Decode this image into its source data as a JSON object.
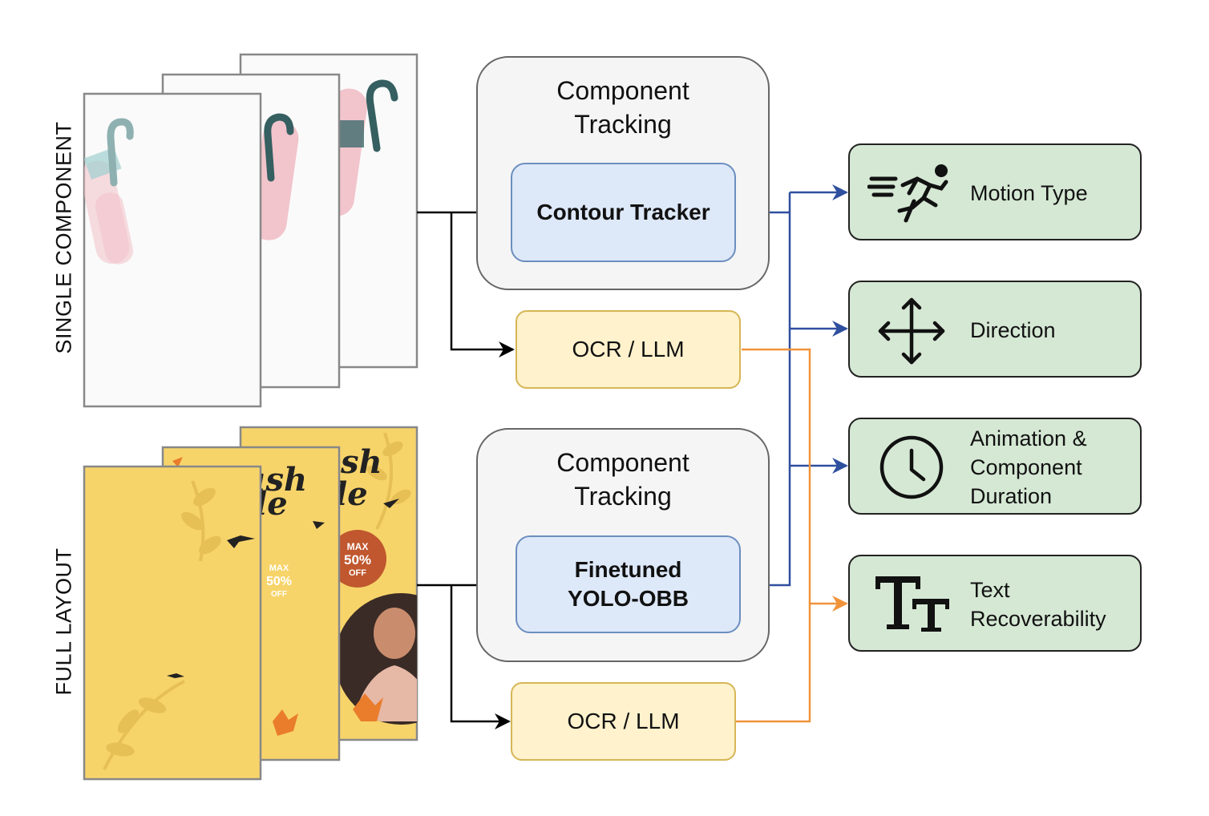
{
  "side_labels": {
    "single": "SINGLE COMPONENT",
    "full": "FULL LAYOUT"
  },
  "frames": {
    "full_title_fragment": "Flash\nSale",
    "badge": {
      "max": "MAX",
      "percent": "50%",
      "off": "OFF"
    }
  },
  "tracking_groups": [
    {
      "title": "Component\nTracking",
      "tracker": "Contour Tracker"
    },
    {
      "title": "Component\nTracking",
      "tracker": "Finetuned\nYOLO-OBB"
    }
  ],
  "ocr_label": "OCR / LLM",
  "outputs": [
    {
      "label": "Motion Type",
      "icon": "running-person-icon"
    },
    {
      "label": "Direction",
      "icon": "move-arrows-icon"
    },
    {
      "label": "Animation &\nComponent\nDuration",
      "icon": "clock-icon"
    },
    {
      "label": "Text\nRecoverability",
      "icon": "text-size-icon"
    }
  ],
  "colors": {
    "blue_connector": "#2f4f9f",
    "orange_connector": "#f0933a",
    "black_connector": "#000000",
    "frame_yellow": "#f7d46a",
    "frame_white": "#fafafa",
    "output_fill": "#d5e8d4",
    "tracker_fill": "#dde8f9",
    "ocr_fill": "#fff2cc"
  }
}
